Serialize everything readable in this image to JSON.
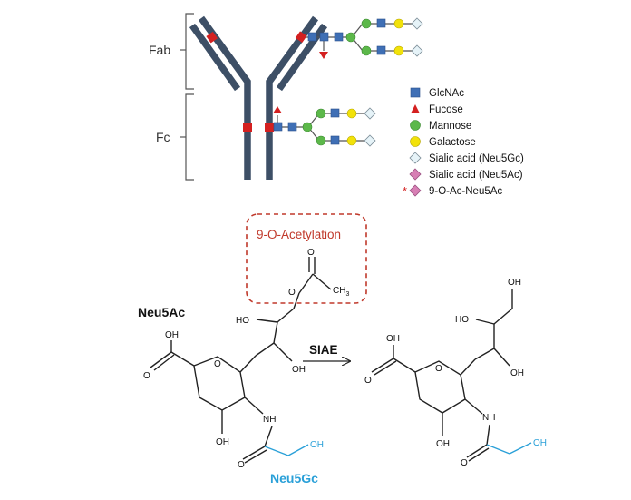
{
  "antibody": {
    "regions": {
      "fab": "Fab",
      "fc": "Fc"
    }
  },
  "legend": {
    "items": [
      {
        "label": "GlcNAc",
        "shape": "square",
        "color": "#3f6fb5"
      },
      {
        "label": "Fucose",
        "shape": "triangle",
        "color": "#d42020"
      },
      {
        "label": "Mannose",
        "shape": "circle",
        "color": "#5cb84a"
      },
      {
        "label": "Galactose",
        "shape": "circle",
        "color": "#f2e20a"
      },
      {
        "label": "Sialic acid (Neu5Gc)",
        "shape": "diamond",
        "color": "#e6f3f8"
      },
      {
        "label": "Sialic acid (Neu5Ac)",
        "shape": "diamond",
        "color": "#d77fb4"
      },
      {
        "label": "9-O-Ac-Neu5Ac",
        "shape": "diamond-star",
        "color": "#d77fb4"
      }
    ]
  },
  "chemistry": {
    "acetylation_label": "9-O-Acetylation",
    "neu5ac_label": "Neu5Ac",
    "neu5gc_label": "Neu5Gc",
    "enzyme_label": "SIAE",
    "atoms": {
      "oh": "OH",
      "o": "O",
      "ho": "HO",
      "nh": "NH",
      "methyl": "CH",
      "methyl_sub": "3"
    }
  },
  "colors": {
    "antibody_chain": "#3d4f66",
    "glycosylation_site": "#d42020",
    "neu5gc_text": "#2aa0d8",
    "acetylation_box": "#c0392b",
    "bond": "#222222"
  }
}
